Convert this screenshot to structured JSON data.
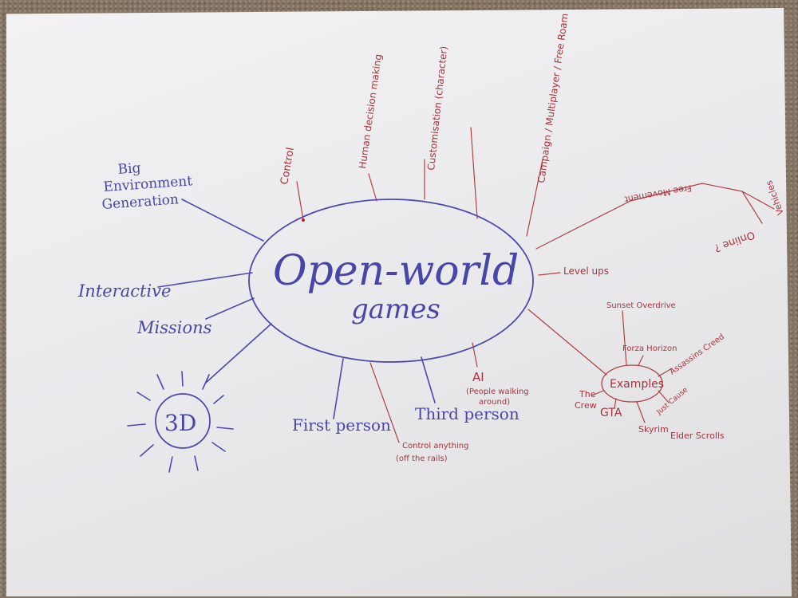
{
  "mind_map": {
    "center": {
      "line1": "Open-world",
      "line2": "games"
    },
    "blue_branches": {
      "big_env": [
        "Big",
        "Environment",
        "Generation"
      ],
      "interactive": "Interactive",
      "missions": "Missions",
      "three_d": "3D",
      "first_person": "First person",
      "third_person": "Third person"
    },
    "red_branches": {
      "control": "Control",
      "human_decision": "Human decision making",
      "customization": "Customisation (character)",
      "campaign": "Campaign / Multiplayer / Free Roam",
      "free_movement": "Free Movement",
      "vehicles": "Vehicles",
      "online": "Online ?",
      "level_ups": "Level ups",
      "ai": [
        "AI",
        "(People walking",
        "around)"
      ],
      "control_anything": [
        "Control anything",
        "(off the rails)"
      ]
    },
    "examples": {
      "label": "Examples",
      "items": {
        "sunset_overdrive": "Sunset Overdrive",
        "forza_horizon": "Forza Horizon",
        "assassins_creed": "Assassins Creed",
        "just_cause": "Just Cause",
        "the_crew": [
          "The",
          "Crew"
        ],
        "gta": "GTA",
        "skyrim": "Skyrim",
        "elder_scrolls": "Elder Scrolls"
      }
    }
  },
  "colors": {
    "blue_ink": "#4a45a8",
    "red_ink": "#a8323a",
    "paper": "#ececef"
  }
}
